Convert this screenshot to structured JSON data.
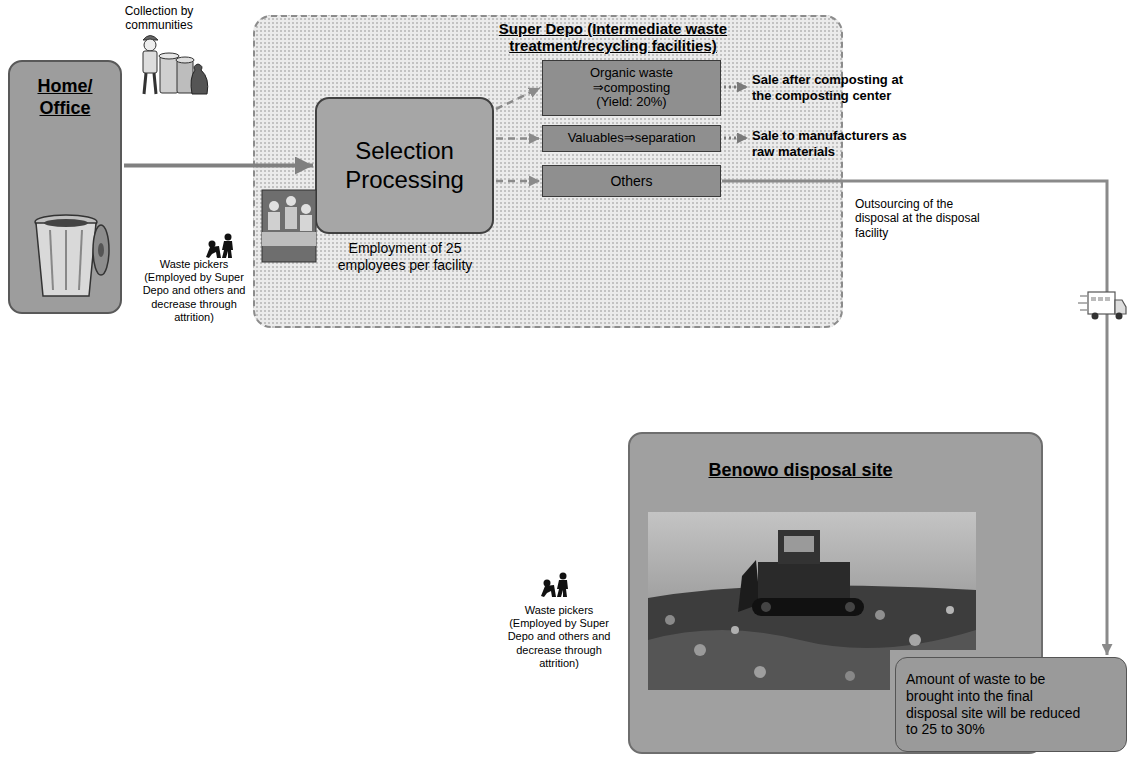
{
  "diagram": {
    "nodes": [
      {
        "text": [
          "Home/ Office"
        ]
      },
      {
        "text": [
          "Super Depo (Intermediate waste treatment/recycling facilities)"
        ]
      },
      {
        "text": [
          "Selection Processing"
        ],
        "in": 1
      },
      {
        "text": [
          "Organic waste ⇒composting (Yield: 20%)"
        ],
        "in": 1
      },
      {
        "text": [
          "Valuables⇒separation"
        ],
        "in": 1
      },
      {
        "text": [
          "Others"
        ],
        "in": 1
      },
      {
        "text": [
          "Benowo disposal site"
        ]
      },
      {
        "text": [
          "Amount of waste to be brought into the final disposal site will be reduced to 25 to 30%"
        ]
      }
    ],
    "edges": [
      {
        "from": 0,
        "to": 2,
        "arrow": "to"
      },
      {
        "from": 2,
        "to": 3,
        "arrow": "to"
      },
      {
        "from": 2,
        "to": 4,
        "arrow": "to"
      },
      {
        "from": 2,
        "to": 5,
        "arrow": "to"
      },
      {
        "from": 5,
        "to": 7,
        "arrow": "to",
        "label": "Outsourcing of the disposal at the disposal facility"
      }
    ],
    "labels": [
      "Collection by communities",
      "Employment of 25 employees per facility",
      "Sale after composting at the composting center",
      "Sale to manufacturers as raw materials",
      "Waste pickers (Employed by Super Depo and others and decrease through attrition)",
      "Waste pickers (Employed by Super Depo and others and decrease through attrition)"
    ]
  }
}
